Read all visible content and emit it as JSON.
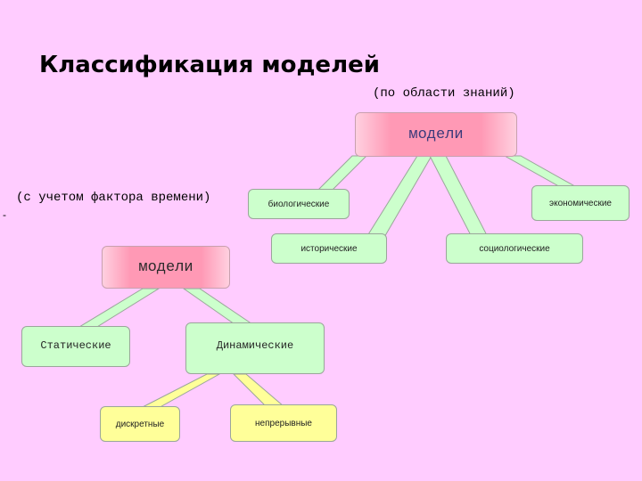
{
  "title": "Классификация моделей",
  "subtitle_knowledge": "(по области знаний)",
  "subtitle_time": "(с учетом фактора времени)",
  "marker": "-",
  "tree_knowledge": {
    "root": "модели",
    "children": [
      "биологические",
      "исторические",
      "социологические",
      "экономические"
    ]
  },
  "tree_time": {
    "root": "модели",
    "children": [
      "Статические",
      "Динамические"
    ],
    "dynamic_children": [
      "дискретные",
      "непрерывные"
    ]
  }
}
